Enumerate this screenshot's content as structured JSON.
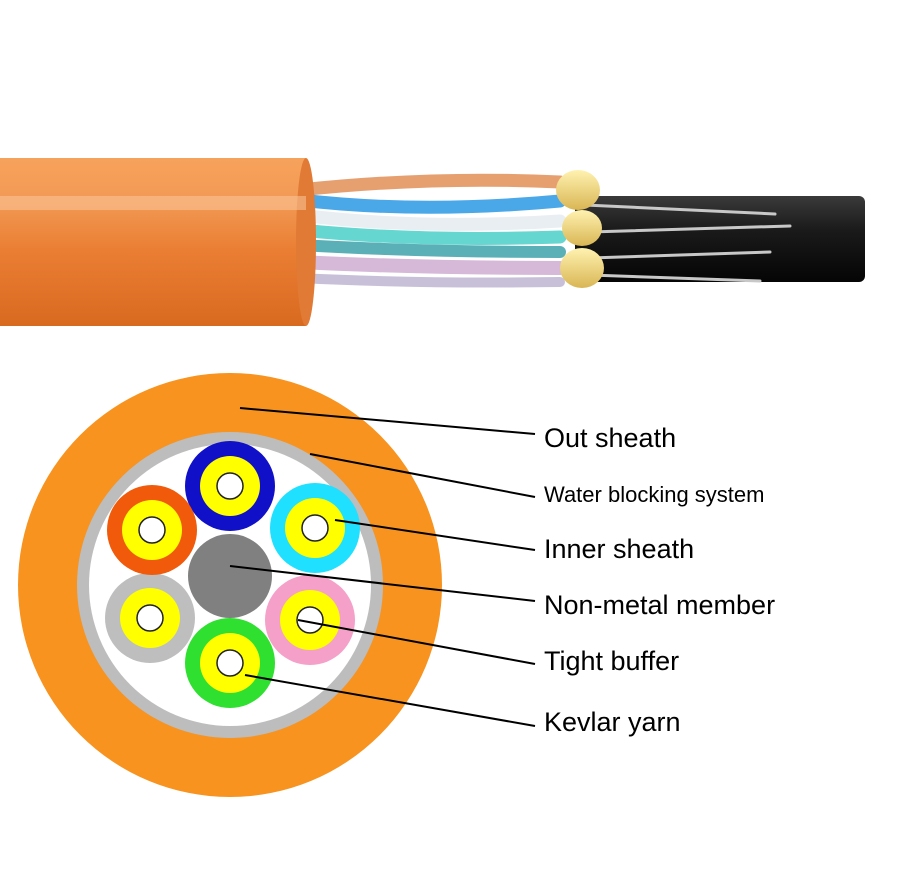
{
  "colors": {
    "outer_sheath": "#f7931e",
    "water_blocking": "#bdbdbd",
    "inner_fill": "#ffffff",
    "member": "#808080",
    "buffer_yellow": "#ffff00",
    "fiber_core": "#ffffff",
    "cable_orange": "#e8792e",
    "cable_black": "#1e1e1e",
    "leader_line": "#000000"
  },
  "fibers": [
    {
      "name": "blue",
      "color": "#1010c8"
    },
    {
      "name": "aqua",
      "color": "#20e0ff"
    },
    {
      "name": "rose",
      "color": "#f5a0c8"
    },
    {
      "name": "green",
      "color": "#30e030"
    },
    {
      "name": "slate",
      "color": "#bebebe"
    },
    {
      "name": "orange",
      "color": "#f05a0a"
    }
  ],
  "callouts": [
    {
      "key": "out-sheath",
      "label": "Out sheath"
    },
    {
      "key": "water-blocking-system",
      "label": "Water blocking system"
    },
    {
      "key": "inner-sheath",
      "label": "Inner sheath"
    },
    {
      "key": "non-metal-member",
      "label": "Non-metal member"
    },
    {
      "key": "tight-buffer",
      "label": "Tight buffer"
    },
    {
      "key": "kevlar-yarn",
      "label": "Kevlar yarn"
    }
  ]
}
